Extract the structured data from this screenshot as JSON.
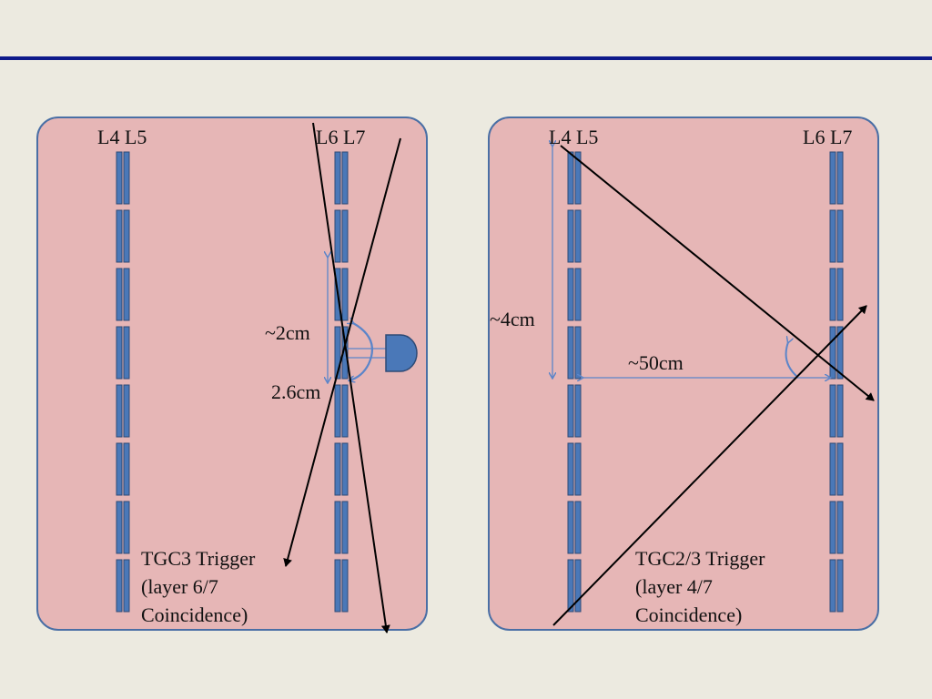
{
  "colors": {
    "background": "#ECEAE0",
    "title_rule": "#0E1A8A",
    "panel_fill": "#E6B6B6",
    "panel_border": "#4A6FA5",
    "detector_fill": "#4A78B8",
    "detector_edge": "#2E4A75",
    "dimension_line": "#5B85C9",
    "track": "#000000"
  },
  "left_panel": {
    "layer_label_a": "L4 L5",
    "layer_label_b": "L6 L7",
    "dim_height": "~2cm",
    "dim_width": "2.6cm",
    "caption": [
      "TGC3 Trigger",
      "(layer 6/7",
      "Coincidence)"
    ]
  },
  "right_panel": {
    "layer_label_a": "L4 L5",
    "layer_label_b": "L6 L7",
    "dim_height": "~4cm",
    "dim_distance": "~50cm",
    "caption": [
      "TGC2/3 Trigger",
      "(layer 4/7",
      "Coincidence)"
    ]
  },
  "detector": {
    "segments_per_column": 8
  }
}
